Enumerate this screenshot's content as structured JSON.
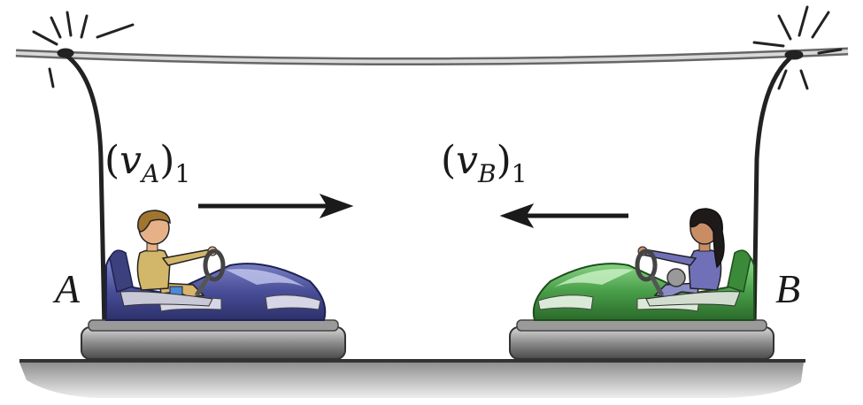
{
  "labels": {
    "velocity_a": {
      "symbol": "v",
      "subscript": "A",
      "index": "1"
    },
    "velocity_b": {
      "symbol": "v",
      "subscript": "B",
      "index": "1"
    },
    "car_a": "A",
    "car_b": "B"
  },
  "colors": {
    "car_a_body": "#4a4f9a",
    "car_b_body": "#4aa04a",
    "cable": "#555555",
    "ground": "#333333"
  }
}
